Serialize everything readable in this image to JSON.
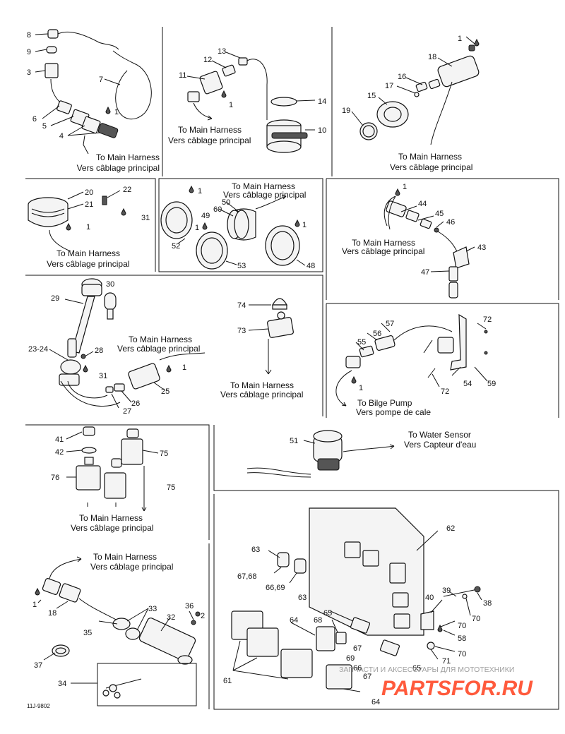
{
  "captions": {
    "to_main_harness": "To Main Harness",
    "vers_cablage": "Vers câblage principal",
    "to_bilge_pump": "To Bilge Pump",
    "vers_pompe": "Vers pompe de cale",
    "to_water_sensor": "To Water Sensor",
    "vers_capteur": "Vers Capteur d'eau"
  },
  "watermark": {
    "line1": "ЗАПЧАСТИ И АКСЕССУАРЫ ДЛЯ МОТОТЕХНИКИ",
    "line2": "PARTSFOR.RU"
  },
  "drawing_ref": "11J-9802",
  "parts": {
    "p1": "1",
    "p2": "2",
    "p3": "3",
    "p4": "4",
    "p5": "5",
    "p6": "6",
    "p7": "7",
    "p8": "8",
    "p9": "9",
    "p10": "10",
    "p11": "11",
    "p12": "12",
    "p13": "13",
    "p14": "14",
    "p15": "15",
    "p16": "16",
    "p17": "17",
    "p18": "18",
    "p19": "19",
    "p20": "20",
    "p21": "21",
    "p22": "22",
    "p23_24": "23-24",
    "p25": "25",
    "p26": "26",
    "p27": "27",
    "p28": "28",
    "p29": "29",
    "p30": "30",
    "p31": "31",
    "p32": "32",
    "p33": "33",
    "p34": "34",
    "p35": "35",
    "p36": "36",
    "p37": "37",
    "p38": "38",
    "p39": "39",
    "p40": "40",
    "p41": "41",
    "p42": "42",
    "p43": "43",
    "p44": "44",
    "p45": "45",
    "p46": "46",
    "p47": "47",
    "p48": "48",
    "p49": "49",
    "p50": "50",
    "p51": "51",
    "p52": "52",
    "p53": "53",
    "p54": "54",
    "p55": "55",
    "p56": "56",
    "p57": "57",
    "p58": "58",
    "p59": "59",
    "p60": "60",
    "p61": "61",
    "p62": "62",
    "p63": "63",
    "p64": "64",
    "p65": "65",
    "p66": "66",
    "p66_69": "66,69",
    "p67": "67",
    "p67_68": "67,68",
    "p68": "68",
    "p69": "69",
    "p70": "70",
    "p71": "71",
    "p72": "72",
    "p73": "73",
    "p74": "74",
    "p75": "75",
    "p76": "76"
  }
}
